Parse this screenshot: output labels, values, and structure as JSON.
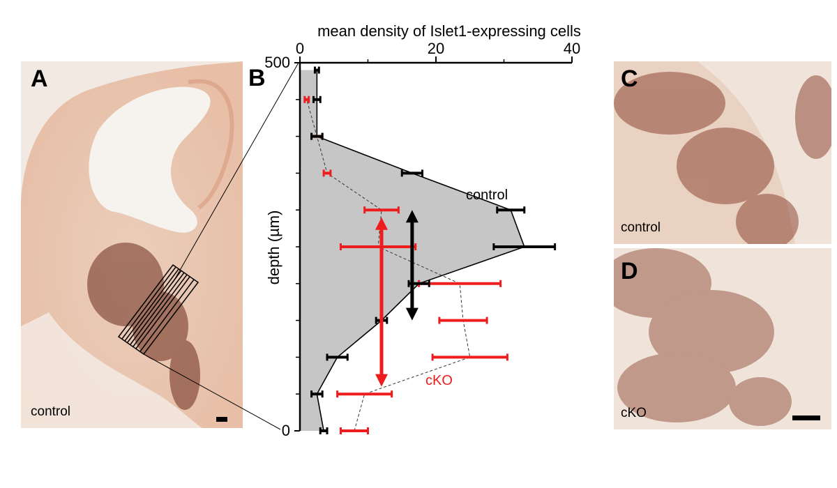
{
  "panels": {
    "a": {
      "letter": "A",
      "condition": "control"
    },
    "b": {
      "letter": "B"
    },
    "c": {
      "letter": "C",
      "condition": "control"
    },
    "d": {
      "letter": "D",
      "condition": "cKO"
    }
  },
  "chart_data": {
    "type": "line",
    "title": "mean density of Islet1-expressing cells",
    "xlabel": "mean density of Islet1-expressing cells",
    "ylabel": "depth (µm)",
    "xlim": [
      0,
      40
    ],
    "ylim": [
      0,
      500
    ],
    "x_ticks": [
      0,
      20,
      40
    ],
    "y_tick_labels": [
      "500",
      "0"
    ],
    "y_minor_ticks": [
      50,
      100,
      150,
      200,
      250,
      300,
      350,
      400,
      450
    ],
    "grid": false,
    "legend": "inline labels",
    "series": [
      {
        "name": "control",
        "color": "#000000",
        "fill": "#c6c6c6",
        "style": "solid",
        "depth": [
          0,
          50,
          100,
          150,
          200,
          250,
          300,
          350,
          400,
          450,
          490
        ],
        "mean": [
          3.5,
          2.5,
          5.5,
          12,
          17.5,
          33,
          31,
          16.5,
          2.5,
          2.5,
          2.5
        ],
        "err_low": [
          0.5,
          0.8,
          1.5,
          0.8,
          1.5,
          4.5,
          2.0,
          1.5,
          0.8,
          0.5,
          0.3
        ],
        "err_high": [
          0.5,
          0.8,
          1.5,
          0.8,
          1.5,
          4.5,
          2.0,
          1.5,
          0.8,
          0.5,
          0.3
        ]
      },
      {
        "name": "cKO",
        "color": "#ee1c1c",
        "style": "dashed",
        "depth": [
          0,
          50,
          100,
          150,
          200,
          250,
          300,
          350,
          400,
          450
        ],
        "mean": [
          8,
          9.5,
          25,
          24,
          23.5,
          11.5,
          12,
          4,
          2.5,
          1
        ],
        "err_low": [
          2,
          4,
          5.5,
          3.5,
          6,
          5.5,
          2.5,
          0.5,
          0.8,
          0.3
        ],
        "err_high": [
          2,
          4,
          5.5,
          3.5,
          6,
          5.5,
          2.5,
          0.5,
          0.8,
          0.3
        ]
      }
    ],
    "annotations": {
      "control_label": "control",
      "cko_label": "cKO",
      "control_span": {
        "x": 16.5,
        "from_depth": 300,
        "to_depth": 150,
        "color": "#000000"
      },
      "cko_span": {
        "x": 12,
        "from_depth": 290,
        "to_depth": 60,
        "color": "#ee1c1c"
      }
    },
    "x_tick_labels": [
      "0",
      "20",
      "40"
    ]
  }
}
